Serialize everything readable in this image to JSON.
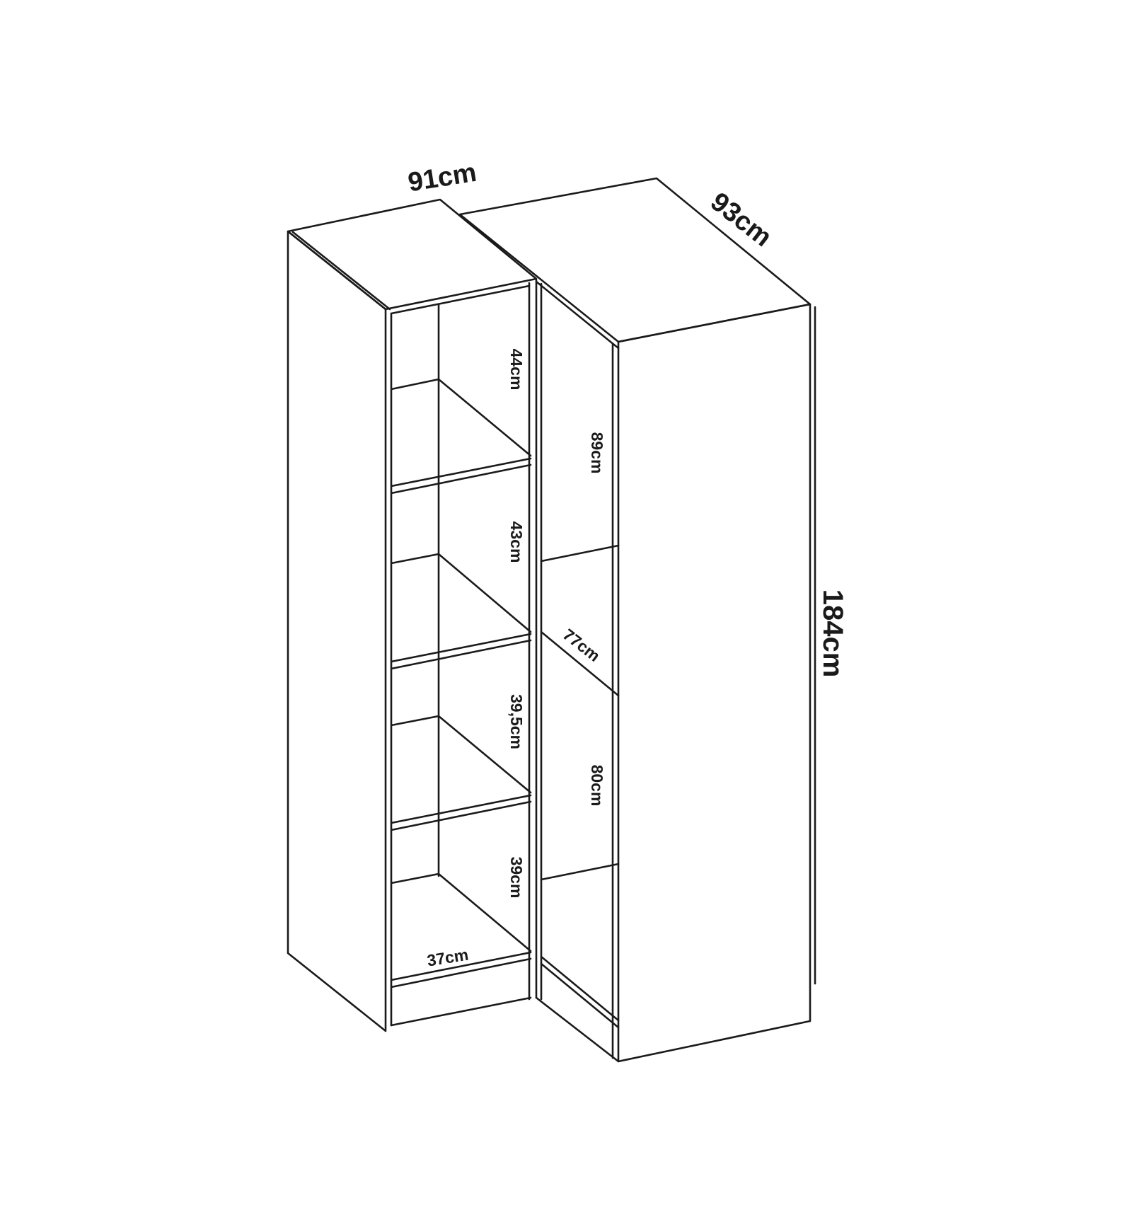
{
  "dimensions": {
    "overall_width_left": "91cm",
    "overall_depth_right": "93cm",
    "overall_height": "184cm",
    "shelf_gap_1": "44cm",
    "shelf_gap_2": "43cm",
    "shelf_gap_3": "39,5cm",
    "shelf_gap_4": "39cm",
    "inner_depth": "37cm",
    "corner_upper_height": "89cm",
    "corner_diagonal": "77cm",
    "corner_lower_height": "80cm"
  },
  "colors": {
    "line": "#1a1a1a",
    "background": "#ffffff"
  }
}
